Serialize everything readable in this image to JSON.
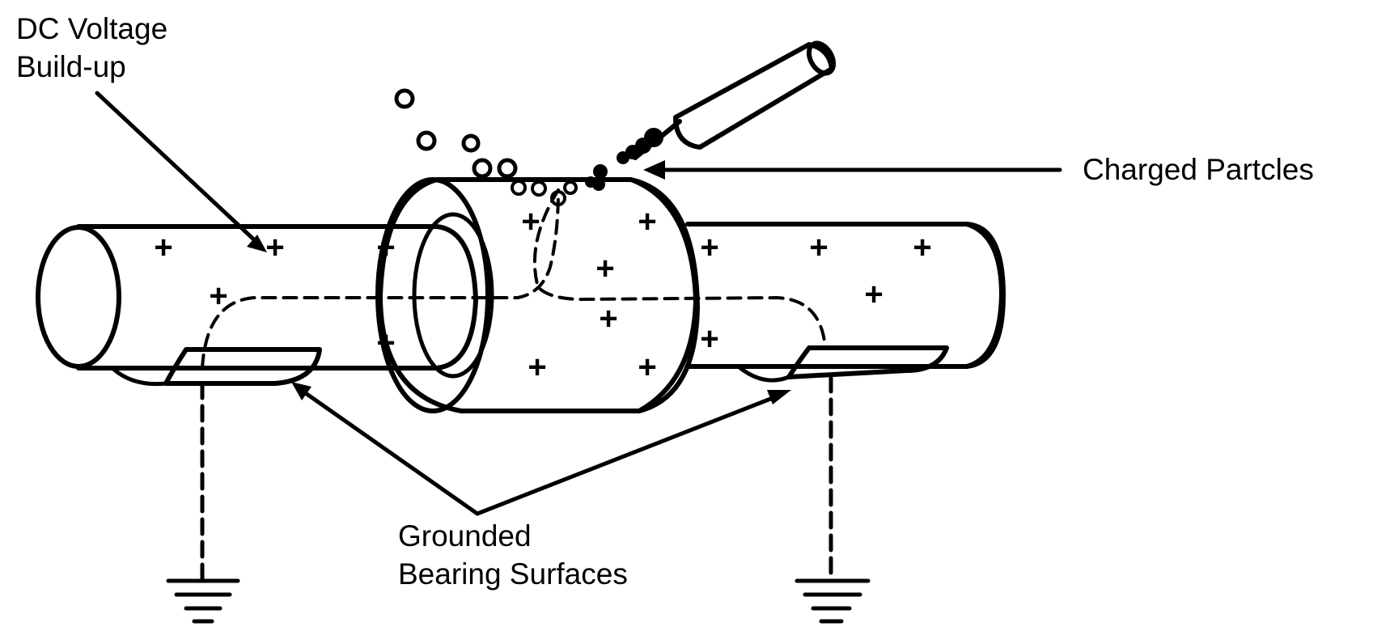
{
  "labels": {
    "dc_voltage_line1": "DC Voltage",
    "dc_voltage_line2": "Build-up",
    "charged_particles": "Charged Partcles",
    "grounded_line1": "Grounded",
    "grounded_line2": "Bearing Surfaces"
  },
  "symbols": {
    "charge_sign": "+",
    "ground_icon": "ground-symbol"
  },
  "colors": {
    "ink": "#000000",
    "background": "#ffffff"
  }
}
